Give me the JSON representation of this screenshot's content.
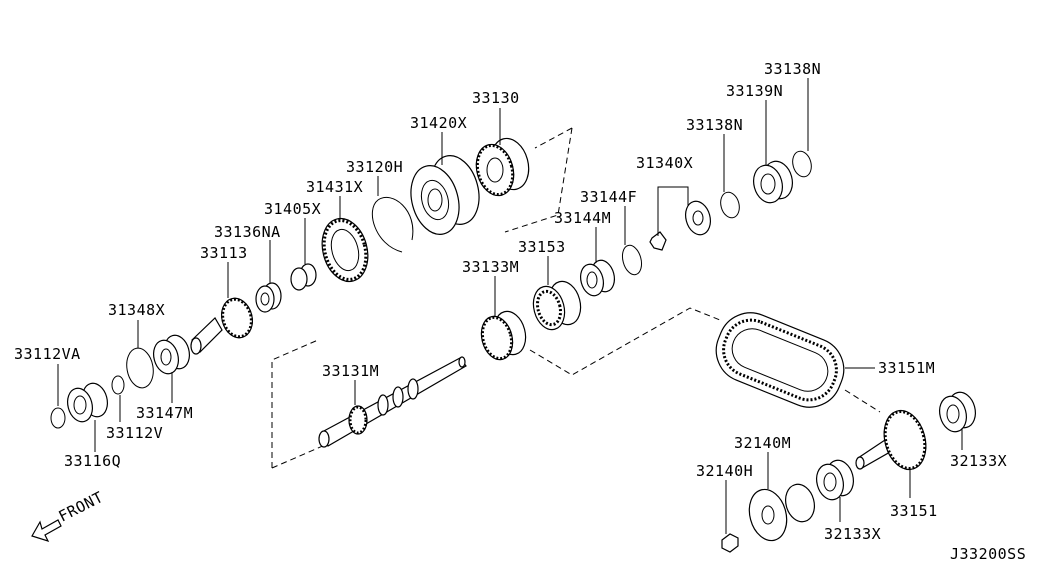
{
  "callouts": {
    "p33112VA": "33112VA",
    "p33116Q": "33116Q",
    "p31348X": "31348X",
    "p33112V": "33112V",
    "p33147M": "33147M",
    "p33113": "33113",
    "p33136NA": "33136NA",
    "p31405X": "31405X",
    "p31431X": "31431X",
    "p33120H": "33120H",
    "p31420X": "31420X",
    "p33130": "33130",
    "p33131M": "33131M",
    "p33133M": "33133M",
    "p33153": "33153",
    "p33144M": "33144M",
    "p33144F": "33144F",
    "p31340X": "31340X",
    "p33138N_a": "33138N",
    "p33139N": "33139N",
    "p33138N_b": "33138N",
    "p33151M": "33151M",
    "p32133X_a": "32133X",
    "p32140M": "32140M",
    "p32140H": "32140H",
    "p32133X_b": "32133X",
    "p33151": "33151"
  },
  "front_label": "FRONT",
  "diagram_code": "J33200SS"
}
